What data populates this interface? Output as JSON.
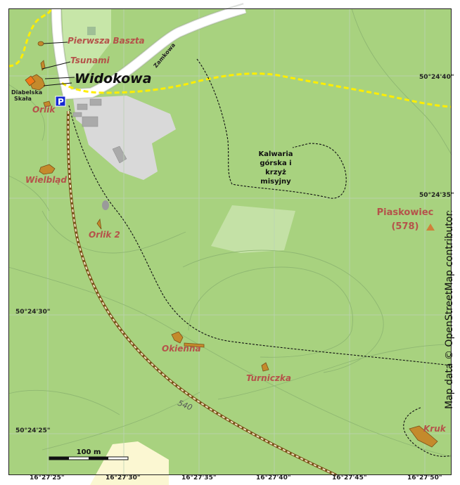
{
  "map": {
    "place_label": "Widokowa",
    "street_label": "Zamkowa",
    "contour_label": "540",
    "parking_symbol": "P",
    "peak": {
      "name": "Piaskowiec",
      "elevation": "(578)"
    },
    "calvary_label_lines": [
      "Kalwaria",
      "górska i",
      "krzyż",
      "misyjny"
    ],
    "rocks": {
      "pierwsza_baszta": "Pierwsza Baszta",
      "tsunami": "Tsunami",
      "diabelska_line1": "Diabelska",
      "diabelska_line2": "Skała",
      "orlik": "Orlik",
      "wielblad": "Wielbląd",
      "orlik2": "Orlik 2",
      "okienna": "Okienna",
      "turniczka": "Turniczka",
      "kruk": "Kruk"
    },
    "latitudes": [
      "50°24'40\"",
      "50°24'35\"",
      "50°24'30\"",
      "50°24'25\""
    ],
    "longitudes": [
      "16°27'25\"",
      "16°27'30\"",
      "16°27'35\"",
      "16°27'40\"",
      "16°27'45\"",
      "16°27'50\""
    ],
    "scale_label": "100 m",
    "attribution": "Map data © OpenStreetMap contributors",
    "colors": {
      "forest": "#a8d27f",
      "meadow": "#c7e6a8",
      "built_area": "#d9d9d9",
      "sand_area": "#fbf7d2",
      "rock_fill": "#c48a2c",
      "label_red": "#b5524a",
      "trail_yellow": "#ffee00",
      "parking_blue": "#1428d2"
    }
  }
}
